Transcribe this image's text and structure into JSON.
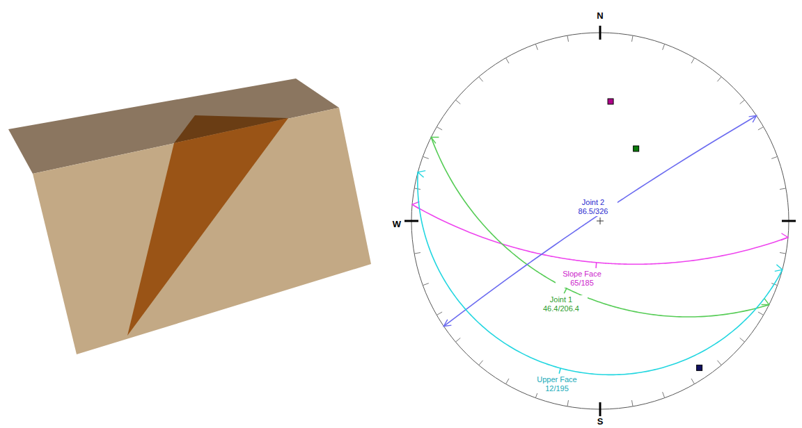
{
  "diagram": {
    "labels": [
      "N",
      "W",
      "S",
      "Joint 2 86.5/326",
      "Slope Face 65/185",
      "Joint 1 46.4/206.4",
      "Upper Face 12/195"
    ]
  }
}
